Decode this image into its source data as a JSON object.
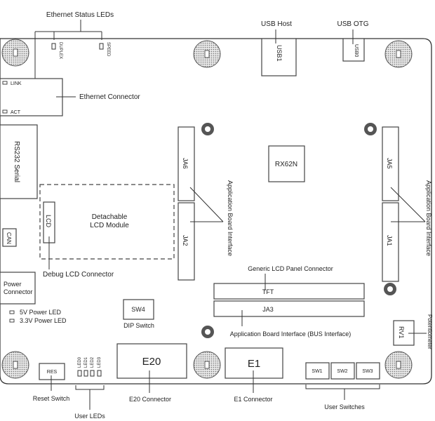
{
  "board": {
    "chip": "RX62N",
    "components": {
      "usb1": "USB1",
      "usb0": "USB0",
      "rs232": "RS232 Serial",
      "lcd": "LCD",
      "lcd_module_line1": "Detachable",
      "lcd_module_line2": "LCD Module",
      "can": "CAN",
      "power_line1": "Power",
      "power_line2": "Connector",
      "ja6": "JA6",
      "ja2": "JA2",
      "ja5": "JA5",
      "ja1": "JA1",
      "tft": "TFT",
      "ja3": "JA3",
      "sw4": "SW4",
      "rv1": "RV1",
      "res": "RES",
      "e20": "E20",
      "e1": "E1",
      "sw1": "SW1",
      "sw2": "SW2",
      "sw3": "SW3",
      "led_link": "LINK",
      "led_act": "ACT",
      "led_duplex": "DUPLEX",
      "led_speed": "SPEED",
      "led0": "LED0",
      "led1": "LED1",
      "led2": "LED2",
      "led3": "LED3"
    },
    "callouts": {
      "ethernet_status_leds": "Ethernet Status LEDs",
      "usb_host": "USB Host",
      "usb_otg": "USB OTG",
      "ethernet_connector": "Ethernet Connector",
      "app_board_interface_left": "Application Board Interface",
      "app_board_interface_right": "Application Board Interface",
      "debug_lcd_connector": "Debug LCD Connector",
      "generic_lcd_panel_connector": "Generic LCD Panel Connector",
      "bus_interface": "Application Board Interface (BUS Interface)",
      "power_led_5v": "5V Power LED",
      "power_led_33v": "3.3V Power LED",
      "dip_switch": "DIP Switch",
      "potentiometer": "Potentiometer",
      "reset_switch": "Reset Switch",
      "user_leds": "User LEDs",
      "e20_connector": "E20 Connector",
      "e1_connector": "E1 Connector",
      "user_switches": "User Switches"
    }
  }
}
